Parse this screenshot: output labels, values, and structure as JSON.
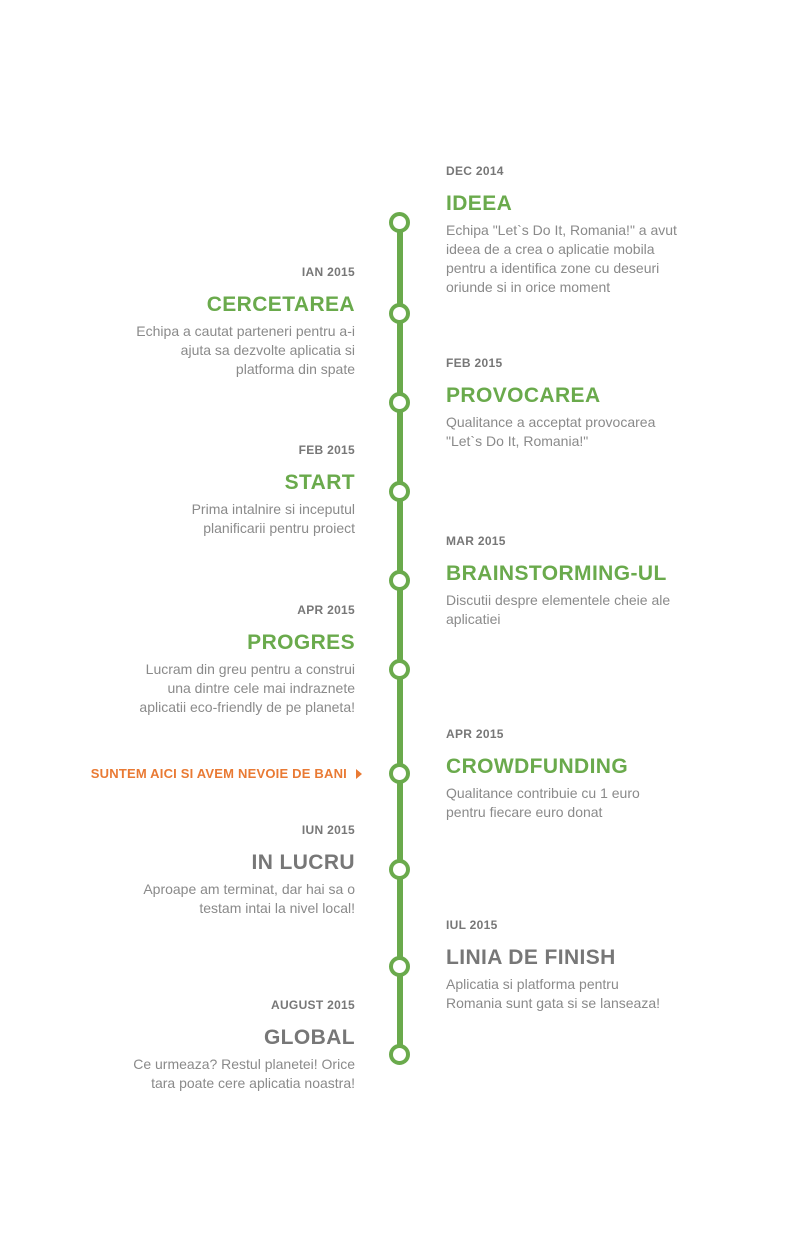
{
  "colors": {
    "green": "#6aaa4c",
    "gray": "#777777",
    "orange": "#e97a34"
  },
  "entries": [
    {
      "date": "DEC 2014",
      "title": "IDEEA",
      "desc": [
        "Echipa \"Let`s Do It, Romania!\" a avut",
        "ideea de a crea o aplicatie mobila",
        "pentru a identifica zone cu deseuri",
        "oriunde si in orice moment"
      ]
    },
    {
      "date": "IAN 2015",
      "title": "CERCETAREA",
      "desc": [
        "Echipa a cautat parteneri pentru a-i",
        "ajuta sa dezvolte aplicatia si",
        "platforma din spate"
      ]
    },
    {
      "date": "FEB 2015",
      "title": "PROVOCAREA",
      "desc": [
        "Qualitance a acceptat provocarea",
        "\"Let`s Do It, Romania!\""
      ]
    },
    {
      "date": "FEB 2015",
      "title": "START",
      "desc": [
        "Prima intalnire si inceputul",
        "planificarii pentru proiect"
      ]
    },
    {
      "date": "MAR 2015",
      "title": "BRAINSTORMING-UL",
      "desc": [
        "Discutii despre elementele cheie ale",
        "aplicatiei"
      ]
    },
    {
      "date": "APR 2015",
      "title": "PROGRES",
      "desc": [
        "Lucram din greu pentru a construi",
        "una dintre cele mai indraznete",
        "aplicatii eco-friendly de pe planeta!"
      ]
    },
    {
      "date": "APR 2015",
      "title": "CROWDFUNDING",
      "desc": [
        "Qualitance contribuie cu 1 euro",
        "pentru fiecare euro donat"
      ]
    },
    {
      "date": "IUN 2015",
      "title": "IN LUCRU",
      "desc": [
        "Aproape am terminat, dar hai sa o",
        "testam intai la nivel local!"
      ]
    },
    {
      "date": "IUL 2015",
      "title": "LINIA DE FINISH",
      "desc": [
        "Aplicatia si platforma pentru",
        "Romania sunt gata si se lanseaza!"
      ]
    },
    {
      "date": "AUGUST 2015",
      "title": "GLOBAL",
      "desc": [
        "Ce urmeaza? Restul planetei! Orice",
        "tara poate cere aplicatia noastra!"
      ]
    }
  ],
  "callout": {
    "label": "SUNTEM AICI SI AVEM NEVOIE DE BANI"
  }
}
